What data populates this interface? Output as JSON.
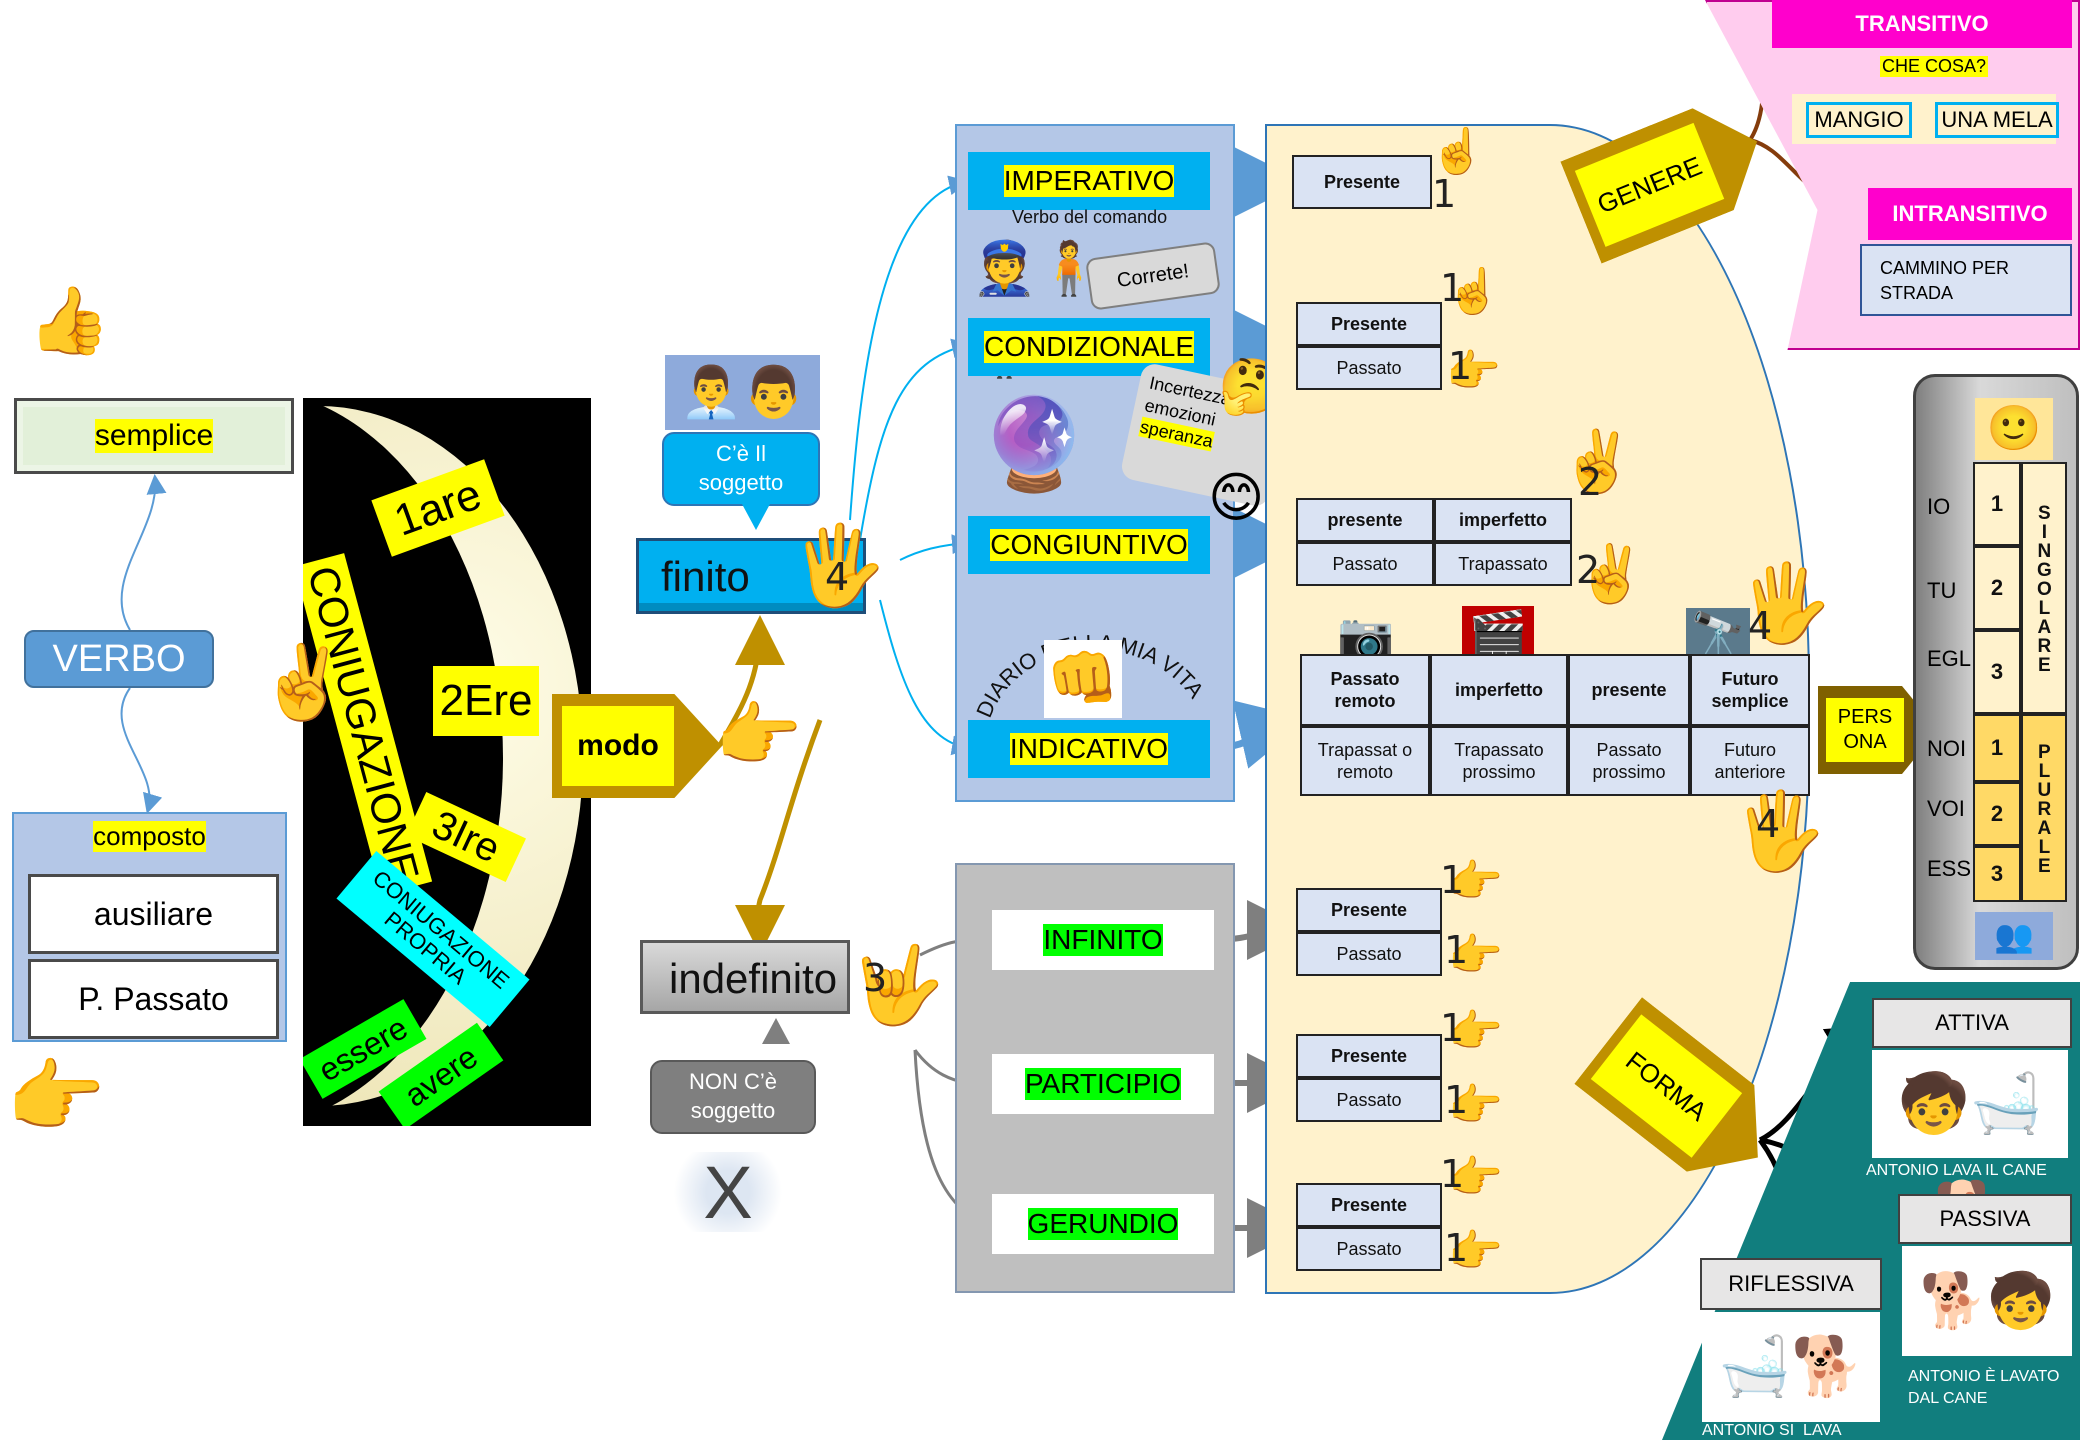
{
  "left": {
    "semplice": "semplice",
    "verbo": "VERBO",
    "composto": "composto",
    "ausiliare": "ausiliare",
    "participio_passato": "P. Passato"
  },
  "coniugazione": {
    "title": "CONIUGAZIONE",
    "are": "1are",
    "ere": "2Ere",
    "ire": "3Ire",
    "propria": "CONIUGAZIONE PROPRIA",
    "essere": "essere",
    "avere": "avere"
  },
  "modo": {
    "label": "modo",
    "finito": "finito",
    "finito_count": "4",
    "soggetto_yes": "C’è Il soggetto",
    "indefinito": "indefinito",
    "indefinito_count": "3",
    "soggetto_no": "NON C’è soggetto",
    "x_mark": "X"
  },
  "finiti": {
    "imperativo": "IMPERATIVO",
    "imperativo_note": "Verbo del comando",
    "correte": "Correte!",
    "condizionale": "CONDIZIONALE",
    "condizionale_note_1": "Incertezza,",
    "condizionale_note_2": "emozioni",
    "condizionale_note_3": "speranza",
    "congiuntivo": "CONGIUNTIVO",
    "diario": "DIARIO DELLA MIA VITA",
    "indicativo": "INDICATIVO"
  },
  "indefiniti": {
    "infinito": "INFINITO",
    "participio": "PARTICIPIO",
    "gerundio": "GERUNDIO"
  },
  "tempi": {
    "imperativo": {
      "presente": "Presente",
      "count": "1"
    },
    "condizionale": {
      "presente": "Presente",
      "passato": "Passato",
      "count_a": "1",
      "count_b": "1"
    },
    "congiuntivo": {
      "presente": "presente",
      "imperfetto": "imperfetto",
      "passato": "Passato",
      "trapassato": "Trapassato",
      "count_a": "2",
      "count_b": "2"
    },
    "indicativo": {
      "simple": [
        "Passato remoto",
        "imperfetto",
        "presente",
        "Futuro semplice"
      ],
      "compound": [
        "Trapassat o remoto",
        "Trapassato prossimo",
        "Passato prossimo",
        "Futuro anteriore"
      ],
      "count_a": "4",
      "count_b": "4"
    },
    "infinito": {
      "presente": "Presente",
      "passato": "Passato",
      "count_a": "1",
      "count_b": "1"
    },
    "participio": {
      "presente": "Presente",
      "passato": "Passato",
      "count_a": "1",
      "count_b": "1"
    },
    "gerundio": {
      "presente": "Presente",
      "passato": "Passato",
      "count_a": "1",
      "count_b": "1"
    }
  },
  "genere": {
    "label": "GENERE",
    "transitivo": "TRANSITIVO",
    "che_cosa": "CHE COSA?",
    "mangio": "MANGIO",
    "una_mela": "UNA MELA",
    "intransitivo": "INTRANSITIVO",
    "cammino": "CAMMINO PER STRADA"
  },
  "persona": {
    "label": "PERS ONA",
    "pronouns": [
      "IO",
      "TU",
      "EGLI",
      "NOI",
      "VOI",
      "ESSI"
    ],
    "numbers": [
      "1",
      "2",
      "3",
      "1",
      "2",
      "3"
    ],
    "singolare": "SINGOLARE",
    "plurale": "PLURALE"
  },
  "forma": {
    "label": "FORMA",
    "attiva": "ATTIVA",
    "attiva_caption": "ANTONIO LAVA IL CANE",
    "passiva": "PASSIVA",
    "passiva_caption": "ANTONIO È LAVATO DAL CANE",
    "riflessiva": "RIFLESSIVA",
    "riflessiva_caption": "ANTONIO SI  LAVA"
  },
  "colors": {
    "yellow": "#ffff00",
    "green": "#00ff00",
    "cyan": "#00b0f0",
    "blue_panel": "#b4c7e7",
    "cream": "#fff2cc",
    "pink": "#ffccee",
    "magenta": "#ff00cc",
    "teal": "#0e7c7b",
    "olive": "#7f6000",
    "grey_panel": "#bfbfbf"
  },
  "icons": [
    "thumbs-up-icon",
    "pointing-hand-icon",
    "three-fingers-icon",
    "people-icon",
    "crystal-ball-icon",
    "camera-icon",
    "telescope-icon",
    "emoji-icon",
    "tick-icon"
  ]
}
